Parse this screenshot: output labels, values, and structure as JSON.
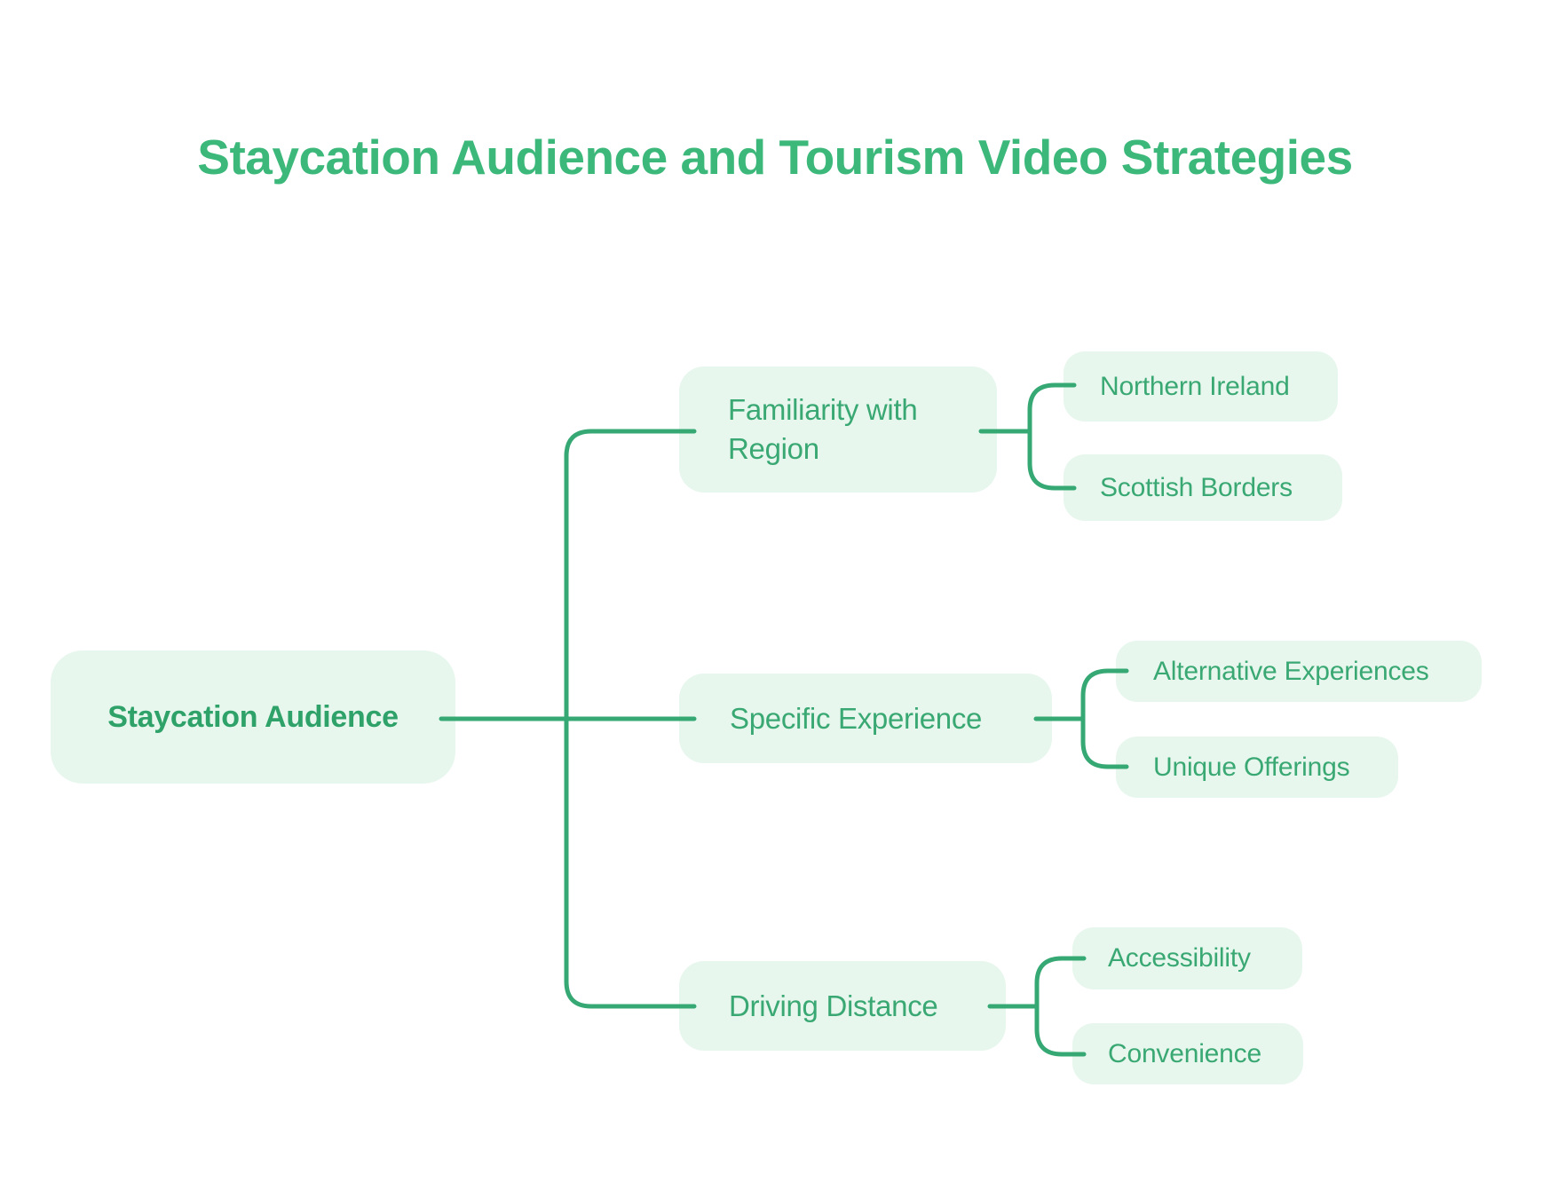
{
  "title": "Staycation Audience and Tourism Video Strategies",
  "root": {
    "label": "Staycation Audience"
  },
  "branches": [
    {
      "label": "Familiarity with Region",
      "children": [
        "Northern Ireland",
        "Scottish Borders"
      ]
    },
    {
      "label": "Specific Experience",
      "children": [
        "Alternative Experiences",
        "Unique Offerings"
      ]
    },
    {
      "label": "Driving Distance",
      "children": [
        "Accessibility",
        "Convenience"
      ]
    }
  ],
  "colors": {
    "accent_green": "#35a873",
    "title_green": "#3bb87a",
    "node_fill": "#e7f7ee",
    "background": "#ffffff"
  }
}
